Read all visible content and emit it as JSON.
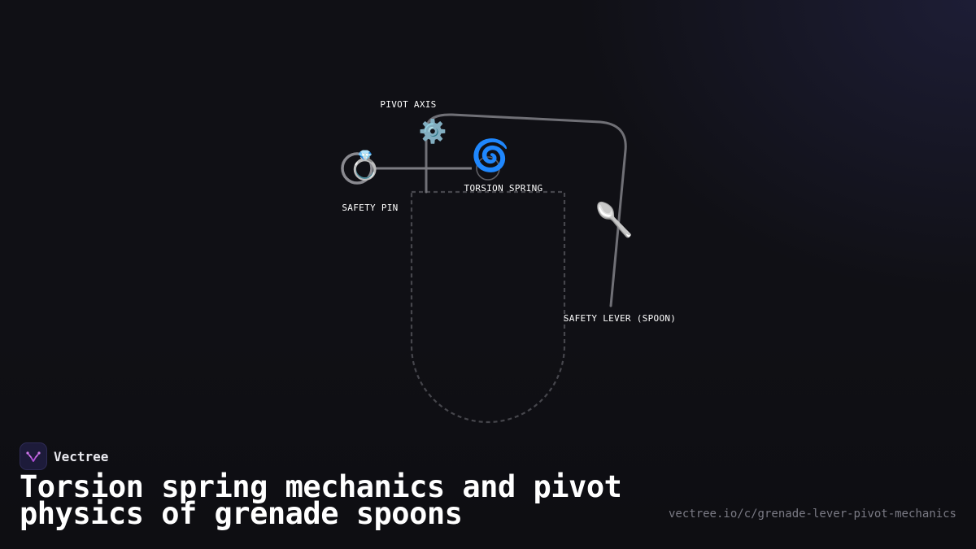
{
  "brand": {
    "name": "Vectree",
    "logo_icon": "vectree-logo-icon"
  },
  "title": "Torsion spring mechanics and pivot physics of grenade spoons",
  "url": "vectree.io/c/grenade-lever-pivot-mechanics",
  "diagram": {
    "labels": {
      "pivot_axis": "PIVOT AXIS",
      "torsion_spring": "TORSION SPRING",
      "safety_pin": "SAFETY PIN",
      "safety_lever": "SAFETY LEVER (SPOON)"
    },
    "icons": {
      "pivot_axis": "⚙️",
      "torsion_spring": "🌀",
      "safety_pin": "💍",
      "safety_lever": "🥄"
    },
    "icon_names": [
      "gear-icon",
      "spiral-icon",
      "ring-icon",
      "spoon-icon"
    ]
  },
  "colors": {
    "background": "#101015",
    "lever_stroke": "#6e6e74",
    "body_outline": "#4a4a50",
    "label_text": "#ffffff",
    "url_text": "#7a7a84",
    "brand_accent": "#b04fd8"
  }
}
